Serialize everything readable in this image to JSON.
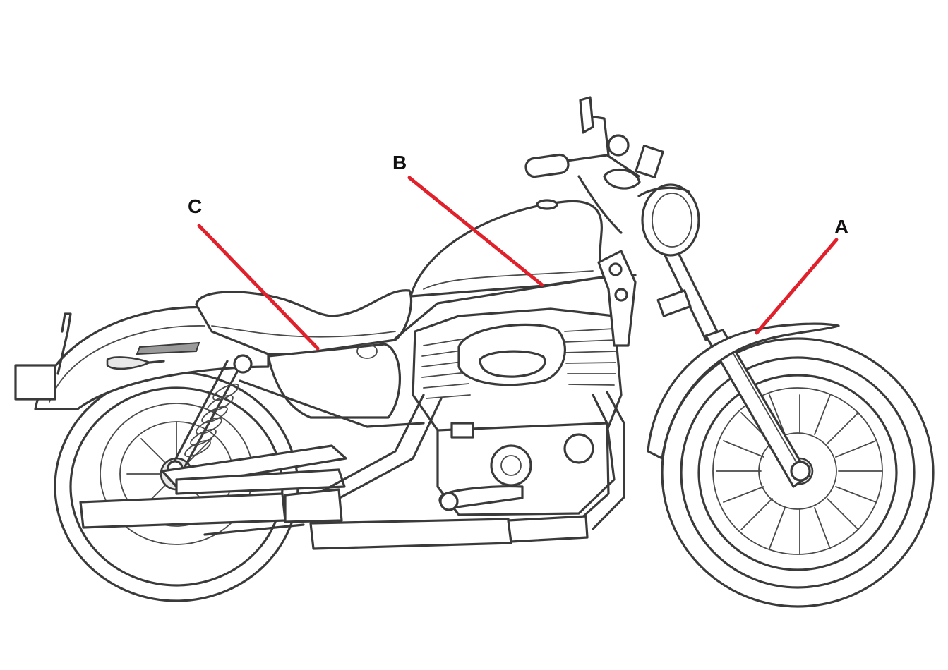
{
  "diagram": {
    "subject_icon": "motorcycle-line-art",
    "leader_color": "#e0202a",
    "labels": [
      {
        "id": "a",
        "text": "A"
      },
      {
        "id": "b",
        "text": "B"
      },
      {
        "id": "c",
        "text": "C"
      }
    ]
  }
}
